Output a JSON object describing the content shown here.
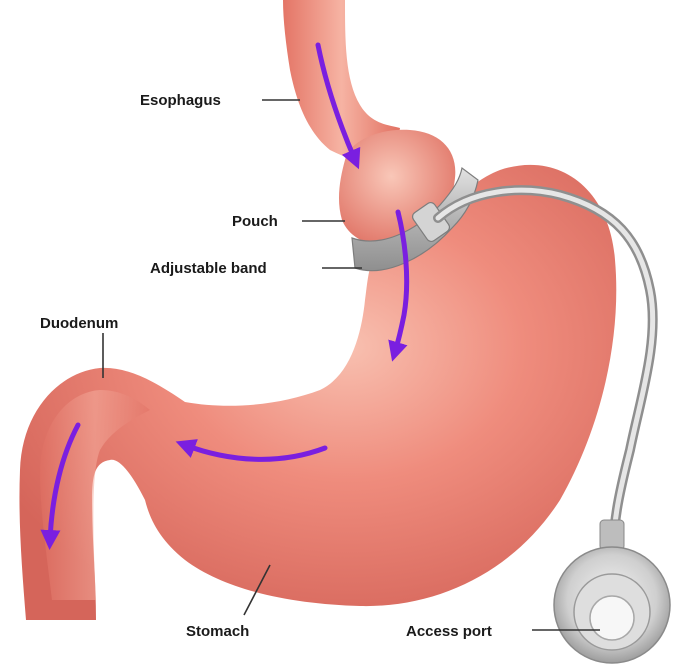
{
  "labels": {
    "esophagus": "Esophagus",
    "pouch": "Pouch",
    "band": "Adjustable band",
    "duodenum": "Duodenum",
    "stomach": "Stomach",
    "access_port": "Access port"
  },
  "colors": {
    "tissue": "#e8766a",
    "tissue_light": "#f6b7a8",
    "tissue_dark": "#c95a50",
    "flow_arrow": "#7a1fe0",
    "band": "#b9b9b9",
    "tube": "#c9c9c9",
    "label_text": "#1a1a1a"
  }
}
